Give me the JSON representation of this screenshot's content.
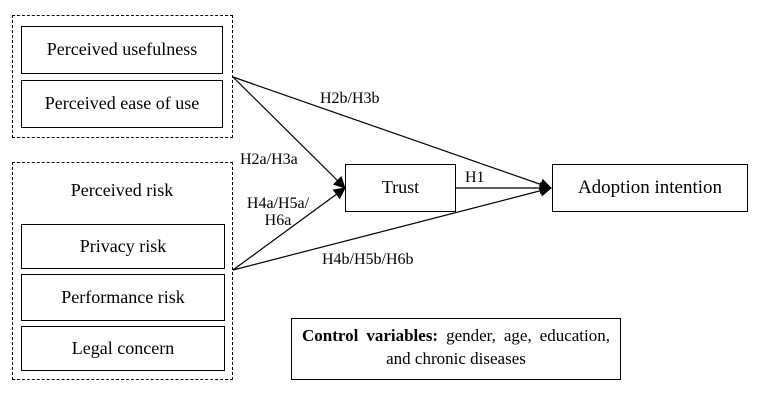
{
  "constructs": {
    "perceived_usefulness": "Perceived usefulness",
    "perceived_ease_of_use": "Perceived ease of use",
    "perceived_risk": "Perceived risk",
    "privacy_risk": "Privacy risk",
    "performance_risk": "Performance risk",
    "legal_concern": "Legal concern",
    "trust": "Trust",
    "adoption_intention": "Adoption intention"
  },
  "hypotheses": {
    "h1": "H1",
    "h2a_h3a": "H2a/H3a",
    "h2b_h3b": "H2b/H3b",
    "h4a_h5a_h6a_line1": "H4a/H5a/",
    "h4a_h5a_h6a_line2": "H6a",
    "h4b_h5b_h6b": "H4b/H5b/H6b"
  },
  "control": {
    "title": "Control variables:",
    "text": "gender, age, education, and chronic diseases"
  }
}
